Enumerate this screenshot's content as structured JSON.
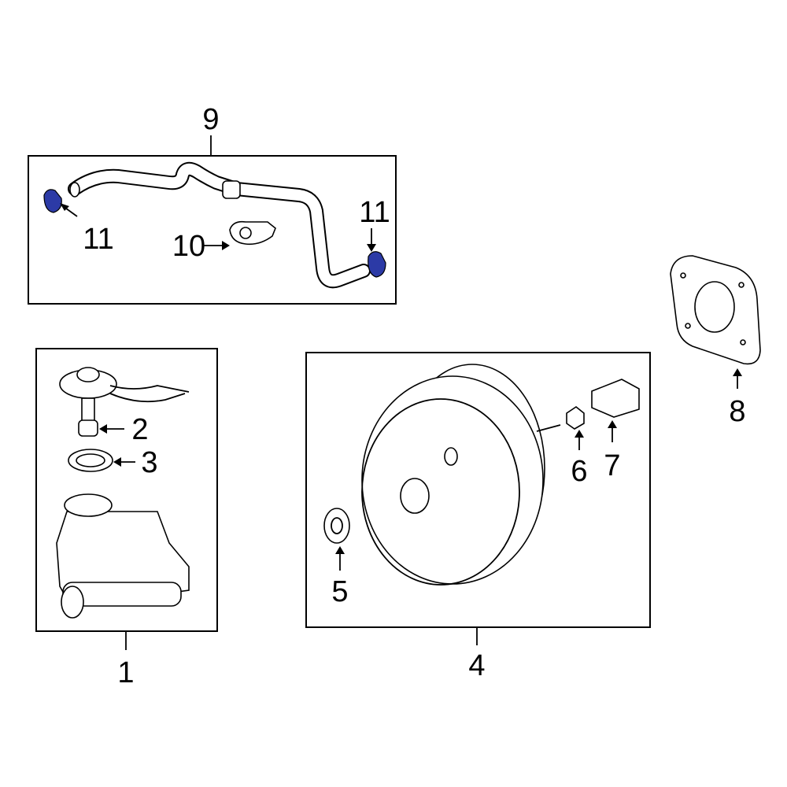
{
  "diagram": {
    "colors": {
      "highlight": "#2c3aa6",
      "line": "#000000",
      "background": "#ffffff"
    },
    "callouts": [
      {
        "id": "9",
        "text": "9",
        "part": "vacuum-hose-assembly"
      },
      {
        "id": "10",
        "text": "10",
        "part": "check-valve"
      },
      {
        "id": "11a",
        "text": "11",
        "part": "hose-clip"
      },
      {
        "id": "11b",
        "text": "11",
        "part": "hose-clip"
      },
      {
        "id": "1",
        "text": "1",
        "part": "master-cylinder"
      },
      {
        "id": "2",
        "text": "2",
        "part": "reservoir-cap"
      },
      {
        "id": "3",
        "text": "3",
        "part": "seal-ring"
      },
      {
        "id": "4",
        "text": "4",
        "part": "brake-booster"
      },
      {
        "id": "5",
        "text": "5",
        "part": "grommet"
      },
      {
        "id": "6",
        "text": "6",
        "part": "nut"
      },
      {
        "id": "7",
        "text": "7",
        "part": "bracket"
      },
      {
        "id": "8",
        "text": "8",
        "part": "gasket"
      }
    ]
  }
}
